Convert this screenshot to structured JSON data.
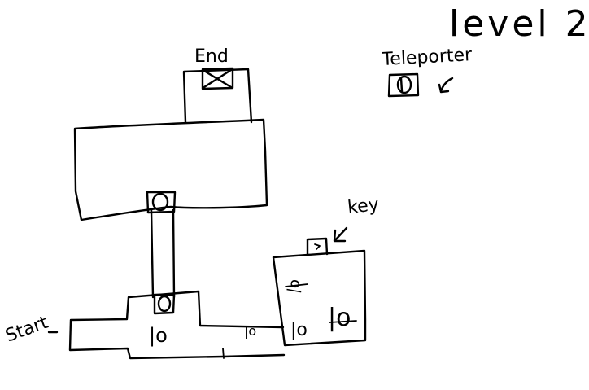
{
  "title": "level 2",
  "labels": {
    "end": "End",
    "teleporter": "Teleporter",
    "key": "key",
    "start": "Start"
  },
  "floor_marks": [
    "|o",
    "|o",
    "|o",
    "|o",
    "|o"
  ]
}
